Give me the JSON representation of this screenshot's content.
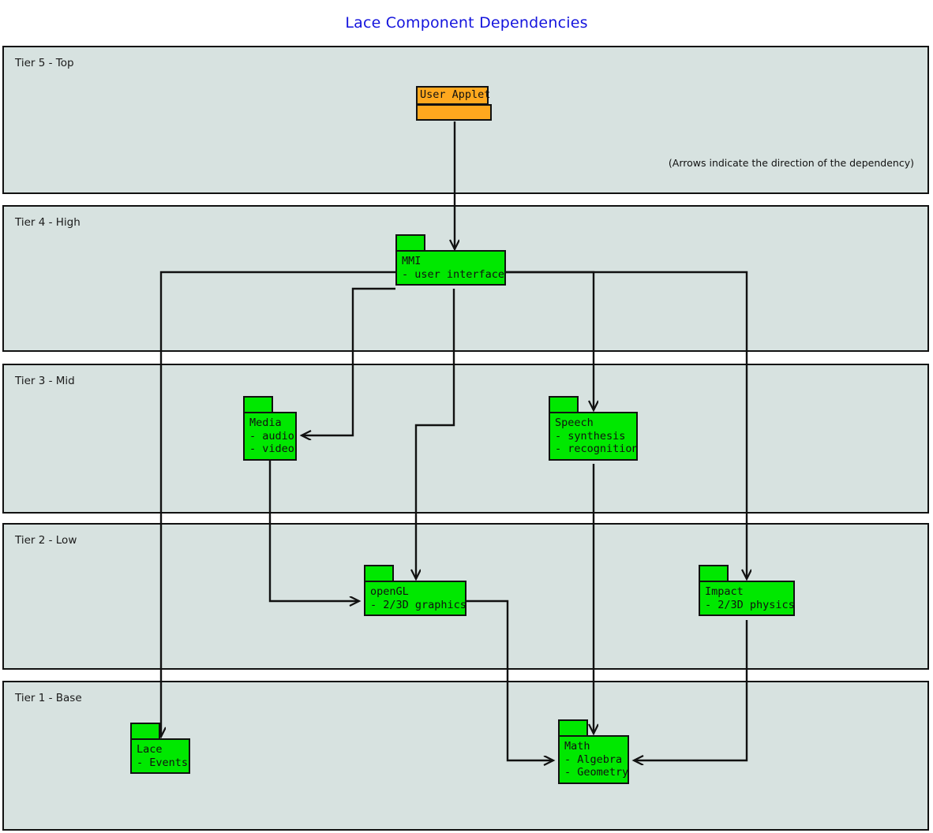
{
  "title": "Lace Component Dependencies",
  "note": "(Arrows indicate the direction of the dependency)",
  "colors": {
    "title": "#1414dd",
    "tier_background": "#d7e2e0",
    "package_green": "#00e800",
    "package_orange": "#ffa81e",
    "stroke": "#111111"
  },
  "tiers": [
    {
      "id": "tier5",
      "label": "Tier 5 - Top"
    },
    {
      "id": "tier4",
      "label": "Tier 4 - High"
    },
    {
      "id": "tier3",
      "label": "Tier 3 - Mid"
    },
    {
      "id": "tier2",
      "label": "Tier 2 - Low"
    },
    {
      "id": "tier1",
      "label": "Tier 1 - Base"
    }
  ],
  "packages": [
    {
      "id": "user-applet",
      "tier": "Tier 5 - Top",
      "name": "User Applet",
      "items": [],
      "color": "#ffa81e"
    },
    {
      "id": "mmi",
      "tier": "Tier 4 - High",
      "name": "MMI",
      "items": [
        "- user interface"
      ],
      "color": "#00e800"
    },
    {
      "id": "media",
      "tier": "Tier 3 - Mid",
      "name": "Media",
      "items": [
        "- audio",
        "- video"
      ],
      "color": "#00e800"
    },
    {
      "id": "speech",
      "tier": "Tier 3 - Mid",
      "name": "Speech",
      "items": [
        "- synthesis",
        "- recognition"
      ],
      "color": "#00e800"
    },
    {
      "id": "opengl",
      "tier": "Tier 2 - Low",
      "name": "openGL",
      "items": [
        "- 2/3D graphics"
      ],
      "color": "#00e800"
    },
    {
      "id": "impact",
      "tier": "Tier 2 - Low",
      "name": "Impact",
      "items": [
        "- 2/3D physics"
      ],
      "color": "#00e800"
    },
    {
      "id": "lace",
      "tier": "Tier 1 - Base",
      "name": "Lace",
      "items": [
        "- Events"
      ],
      "color": "#00e800"
    },
    {
      "id": "math",
      "tier": "Tier 1 - Base",
      "name": "Math",
      "items": [
        "- Algebra",
        "- Geometry"
      ],
      "color": "#00e800"
    }
  ],
  "dependencies": [
    {
      "from": "User Applet",
      "to": "MMI"
    },
    {
      "from": "MMI",
      "to": "Media"
    },
    {
      "from": "MMI",
      "to": "Speech"
    },
    {
      "from": "MMI",
      "to": "openGL"
    },
    {
      "from": "MMI",
      "to": "Impact"
    },
    {
      "from": "MMI",
      "to": "Lace"
    },
    {
      "from": "Media",
      "to": "openGL"
    },
    {
      "from": "Speech",
      "to": "Math"
    },
    {
      "from": "openGL",
      "to": "Math"
    },
    {
      "from": "Impact",
      "to": "Math"
    }
  ]
}
